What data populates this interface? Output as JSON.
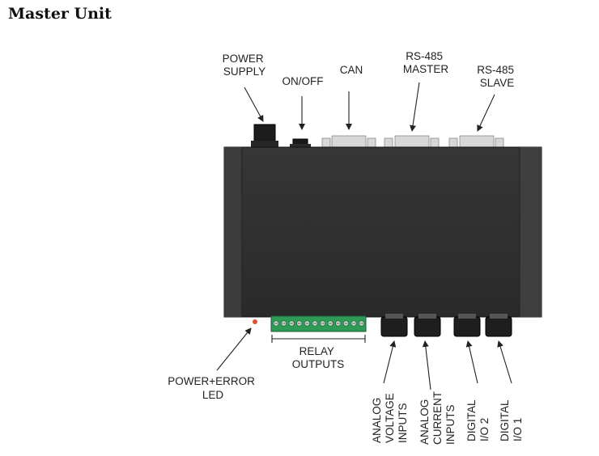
{
  "title": "Master Unit",
  "labels": {
    "power_supply": [
      "POWER",
      "SUPPLY"
    ],
    "on_off": "ON/OFF",
    "can": "CAN",
    "rs485_master": [
      "RS-485",
      "MASTER"
    ],
    "rs485_slave": [
      "RS-485",
      "SLAVE"
    ],
    "power_error_led": [
      "POWER+ERROR",
      "LED"
    ],
    "relay_outputs": [
      "RELAY",
      "OUTPUTS"
    ],
    "analog_voltage_inputs": [
      "ANALOG",
      "VOLTAGE",
      "INPUTS"
    ],
    "analog_current_inputs": [
      "ANALOG",
      "CURRENT",
      "INPUTS"
    ],
    "digital_io_2": [
      "DIGITAL",
      "I/O 2"
    ],
    "digital_io_1": [
      "DIGITAL",
      "I/O 1"
    ]
  },
  "colors": {
    "body": "#2f2f2f",
    "body_side": "#3d3d3d",
    "connector_silver": "#d8d8d8",
    "terminal_green": "#2f9a55",
    "led": "#e0502a"
  }
}
